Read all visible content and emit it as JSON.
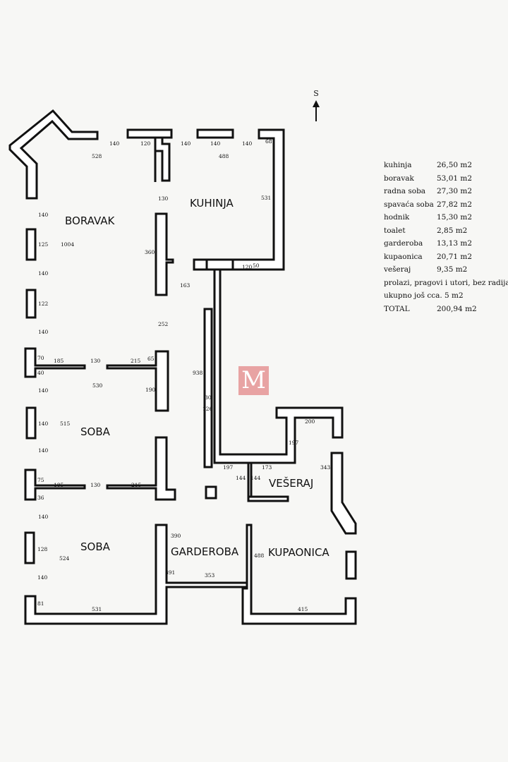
{
  "north_label": "S",
  "logo_letter": "M",
  "rooms": {
    "boravak": "BORAVAK",
    "kuhinja": "KUHINJA",
    "soba1": "SOBA",
    "soba2": "SOBA",
    "garderoba": "GARDEROBA",
    "veseraj": "VEŠERAJ",
    "kupaonica": "KUPAONICA"
  },
  "dimensions": {
    "d528": "528",
    "d140a": "140",
    "d120a": "120",
    "d140b": "140",
    "d140c": "140",
    "d488a": "488",
    "d140d": "140",
    "d68": "68",
    "d531a": "531",
    "d130a": "130",
    "d140e": "140",
    "d125": "125",
    "d1004": "1004",
    "d360": "360",
    "d140f": "140",
    "d120b": "120",
    "d50": "50",
    "d163": "163",
    "d122": "122",
    "d252": "252",
    "d140g": "140",
    "d70": "70",
    "d185a": "185",
    "d130b": "130",
    "d215a": "215",
    "d65": "65",
    "d40": "40",
    "d938": "938",
    "d140h": "140",
    "d530": "530",
    "d190": "190",
    "d30": "30",
    "d126": "126",
    "d140i": "140",
    "d515": "515",
    "d200": "200",
    "d197a": "197",
    "d140j": "140",
    "d343": "343",
    "d197b": "197",
    "d173": "173",
    "d75": "75",
    "d144a": "144",
    "d144b": "144",
    "d185b": "185",
    "d130c": "130",
    "d215b": "215",
    "d36": "36",
    "d140k": "140",
    "d390": "390",
    "d128": "128",
    "d524": "524",
    "d488b": "488",
    "d391": "391",
    "d140l": "140",
    "d353": "353",
    "d81": "81",
    "d531b": "531",
    "d415": "415"
  },
  "areas": [
    {
      "name": "kuhinja",
      "value": "26,50 m2"
    },
    {
      "name": "boravak",
      "value": "53,01 m2"
    },
    {
      "name": "radna soba",
      "value": "27,30 m2"
    },
    {
      "name": "spavaća soba",
      "value": "27,82 m2"
    },
    {
      "name": "hodnik",
      "value": "15,30 m2"
    },
    {
      "name": "toalet",
      "value": "2,85 m2"
    },
    {
      "name": "garderoba",
      "value": "13,13 m2"
    },
    {
      "name": "kupaonica",
      "value": "20,71 m2"
    },
    {
      "name": "vešeraj",
      "value": "9,35 m2"
    }
  ],
  "notes": {
    "prolazi": "prolazi, pragovi i utori, bez radijato",
    "ukupno": "ukupno još cca. 5 m2"
  },
  "total": {
    "name": "TOTAL",
    "value": "200,94 m2"
  }
}
